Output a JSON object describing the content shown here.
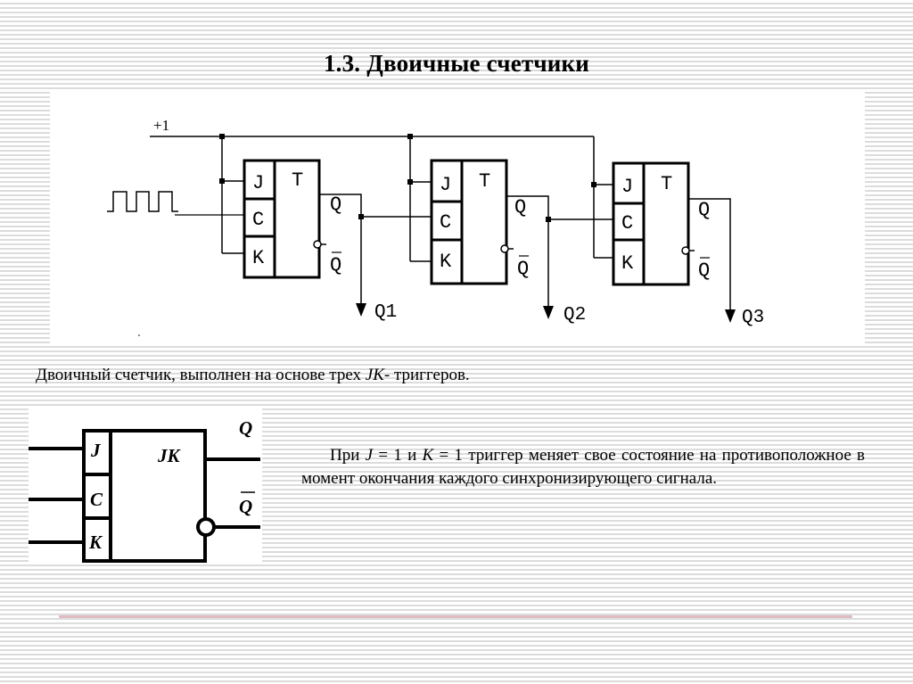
{
  "slide": {
    "title": "1.3. Двоичные счетчики",
    "caption": {
      "before": "Двоичный счетчик, выполнен на основе трех ",
      "italic": "JK",
      "after": "- триггеров."
    },
    "description": {
      "p1": "При ",
      "j_var": "J",
      "eq1": " = 1 и ",
      "k_var": "K",
      "eq2": " = 1 триггер меняет свое состояние на противоположное в момент окончания каждого синхронизирующего сигнала."
    }
  },
  "counter_diagram": {
    "supply_label": "+1",
    "clock_signal": "clock-pulse-train",
    "triggers": [
      {
        "type_label": "T",
        "inputs": [
          "J",
          "C",
          "K"
        ],
        "q_label": "Q",
        "qbar_label": "Q",
        "output_label": "Q1"
      },
      {
        "type_label": "T",
        "inputs": [
          "J",
          "C",
          "K"
        ],
        "q_label": "Q",
        "qbar_label": "Q",
        "output_label": "Q2"
      },
      {
        "type_label": "T",
        "inputs": [
          "J",
          "C",
          "K"
        ],
        "q_label": "Q",
        "qbar_label": "Q",
        "output_label": "Q3"
      }
    ]
  },
  "jk_symbol": {
    "type_label": "JK",
    "inputs": [
      "J",
      "C",
      "K"
    ],
    "q_label": "Q",
    "qbar_label": "Q"
  }
}
